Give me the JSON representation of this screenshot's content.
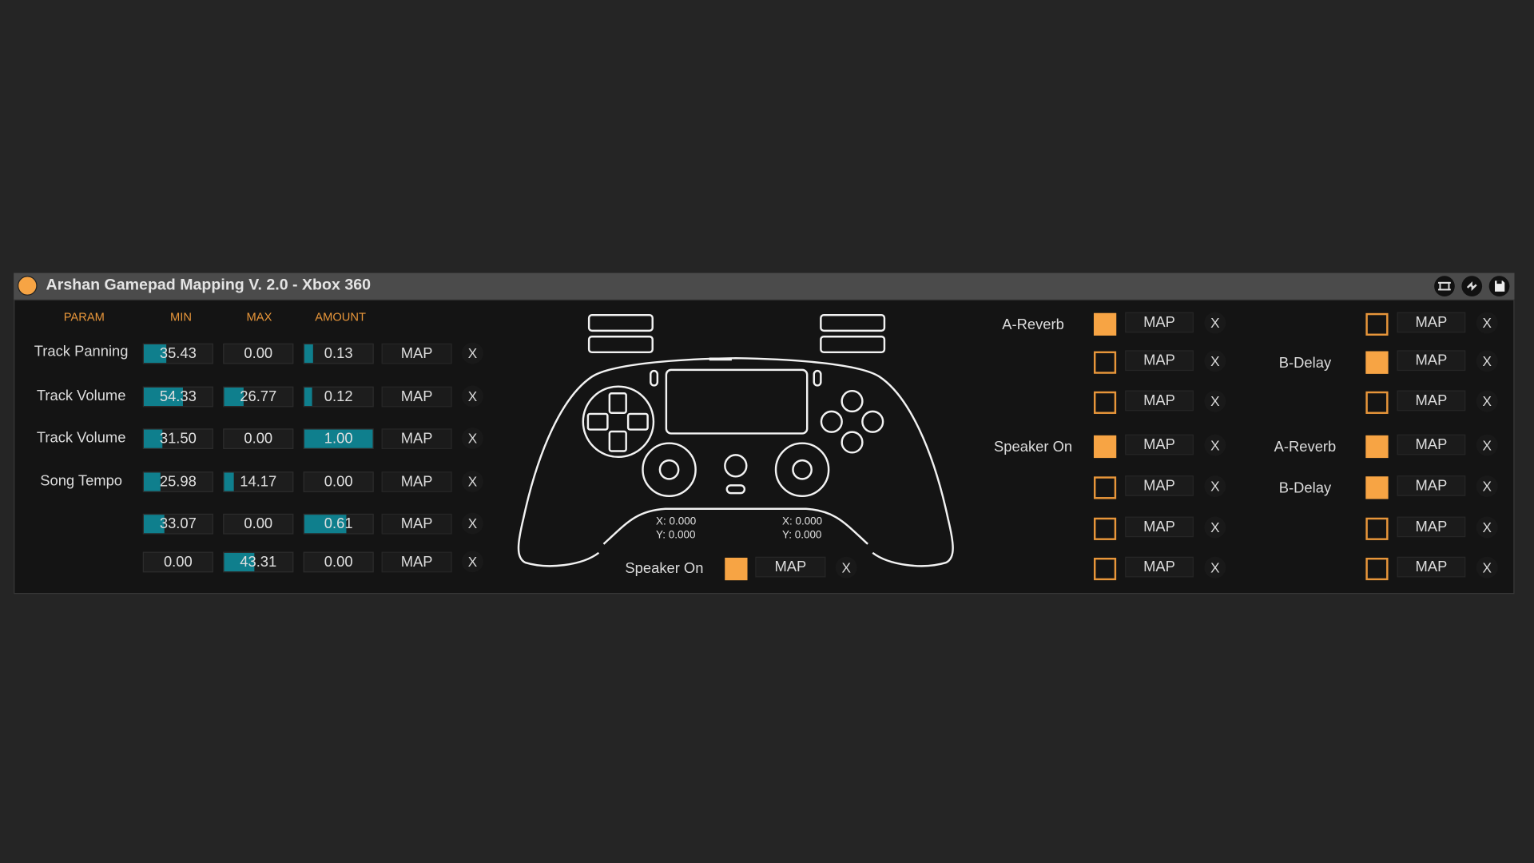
{
  "window": {
    "title": "Arshan Gamepad Mapping V. 2.0 - Xbox 360",
    "title_icons": [
      "hot-swap-icon",
      "refresh-icon",
      "save-icon"
    ]
  },
  "colors": {
    "accent_orange": "#f7a444",
    "fill_teal": "#0f7f8d",
    "header_orange": "#e8963a"
  },
  "param_table": {
    "headers": {
      "param": "PARAM",
      "min": "MIN",
      "max": "MAX",
      "amount": "AMOUNT"
    },
    "map_label": "MAP",
    "remove_label": "X",
    "rows": [
      {
        "param": "Track Panning",
        "min": "35.43",
        "min_fill": 0.33,
        "max": "0.00",
        "max_fill": 0,
        "amount": "0.13",
        "amount_fill": 0.13
      },
      {
        "param": "Track Volume",
        "min": "54.33",
        "min_fill": 0.57,
        "max": "26.77",
        "max_fill": 0.29,
        "amount": "0.12",
        "amount_fill": 0.12
      },
      {
        "param": "Track Volume",
        "min": "31.50",
        "min_fill": 0.27,
        "max": "0.00",
        "max_fill": 0,
        "amount": "1.00",
        "amount_fill": 1.0
      },
      {
        "param": "Song Tempo",
        "min": "25.98",
        "min_fill": 0.24,
        "max": "14.17",
        "max_fill": 0.14,
        "amount": "0.00",
        "amount_fill": 0
      },
      {
        "param": "",
        "min": "33.07",
        "min_fill": 0.3,
        "max": "0.00",
        "max_fill": 0,
        "amount": "0.61",
        "amount_fill": 0.61
      },
      {
        "param": "",
        "min": "0.00",
        "min_fill": 0,
        "max": "43.31",
        "max_fill": 0.44,
        "amount": "0.00",
        "amount_fill": 0
      }
    ]
  },
  "controller": {
    "left_stick": {
      "x": "X: 0.000",
      "y": "Y: 0.000"
    },
    "right_stick": {
      "x": "X: 0.000",
      "y": "Y: 0.000"
    },
    "bottom_toggle": {
      "label": "Speaker On",
      "checked": true,
      "map_label": "MAP",
      "remove_label": "X"
    }
  },
  "toggle_columns": [
    [
      {
        "label": "A-Reverb",
        "checked": true
      },
      {
        "label": "",
        "checked": false
      },
      {
        "label": "",
        "checked": false
      },
      {
        "label": "Speaker On",
        "checked": true
      },
      {
        "label": "",
        "checked": false
      },
      {
        "label": "",
        "checked": false
      },
      {
        "label": "",
        "checked": false
      }
    ],
    [
      {
        "label": "",
        "checked": false
      },
      {
        "label": "B-Delay",
        "checked": true
      },
      {
        "label": "",
        "checked": false
      },
      {
        "label": "A-Reverb",
        "checked": true
      },
      {
        "label": "B-Delay",
        "checked": true
      },
      {
        "label": "",
        "checked": false
      },
      {
        "label": "",
        "checked": false
      }
    ]
  ],
  "toggle_map_label": "MAP",
  "toggle_remove_label": "X"
}
